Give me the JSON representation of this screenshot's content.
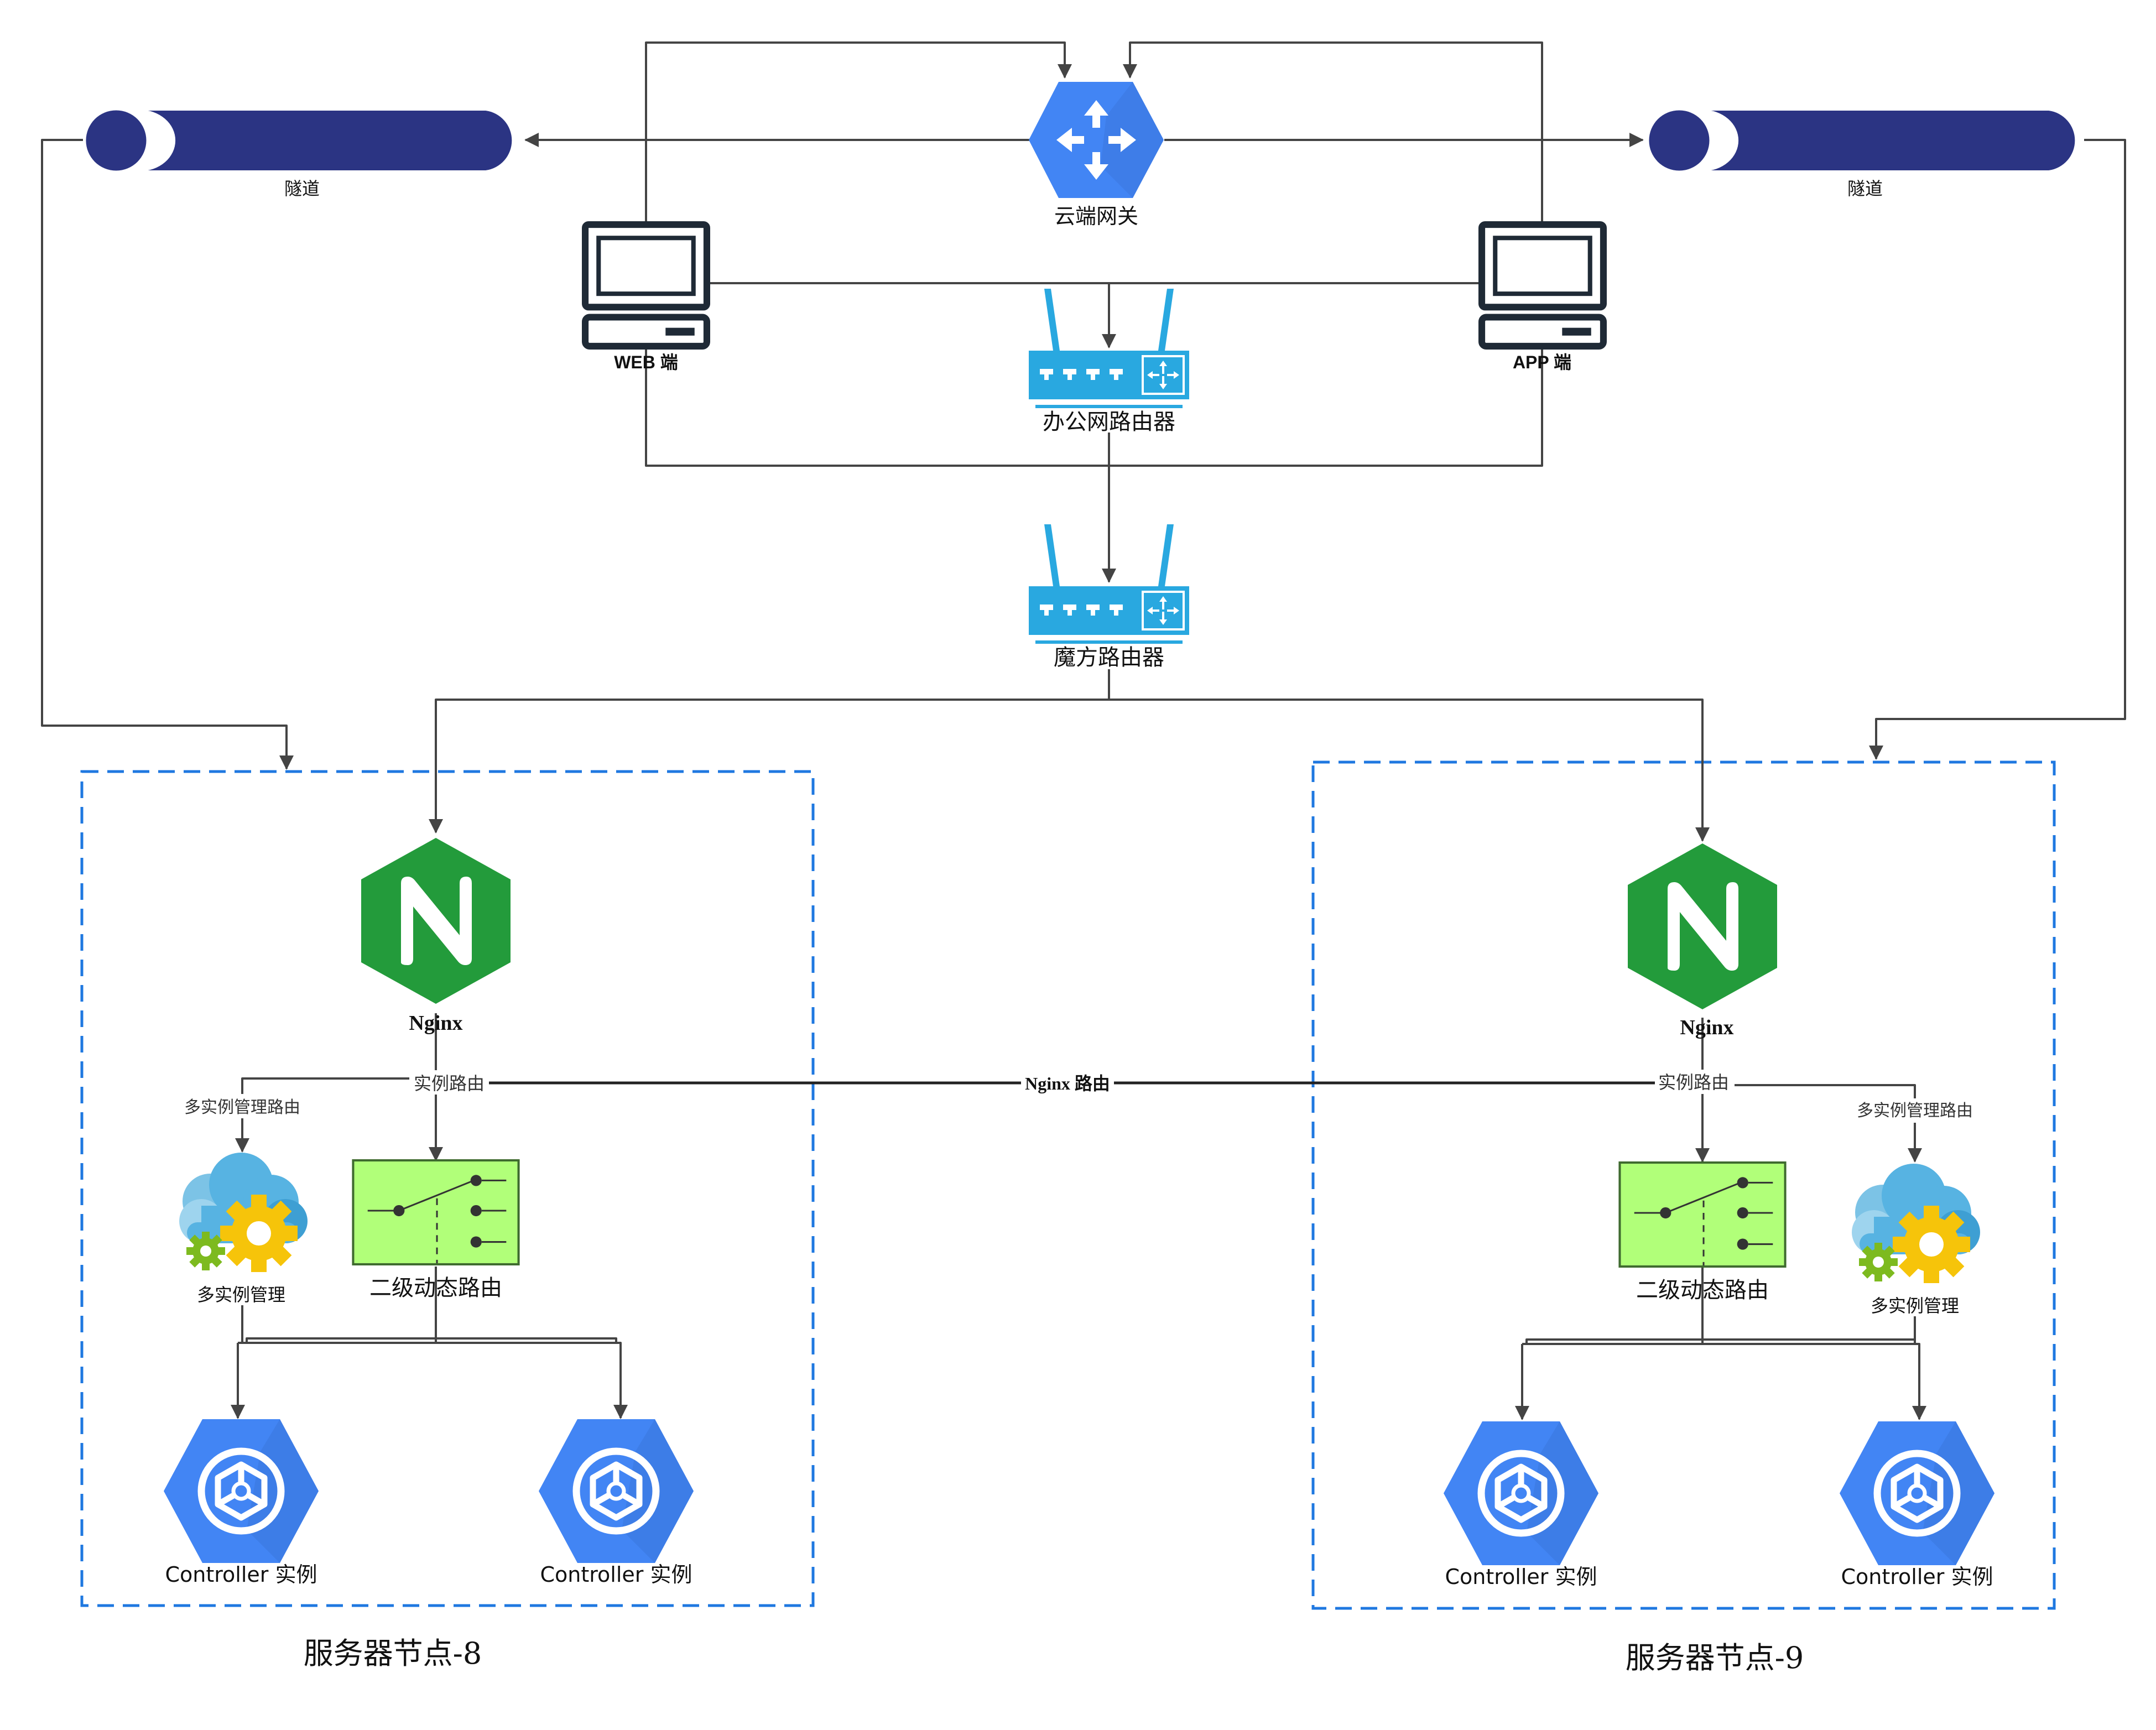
{
  "nodes": {
    "cloud_gateway": "云端网关",
    "tunnel_left": "隧道",
    "tunnel_right": "隧道",
    "web_client": "WEB 端",
    "app_client": "APP 端",
    "office_router": "办公网路由器",
    "cube_router": "魔方路由器",
    "nginx_left": "Nginx",
    "nginx_right": "Nginx",
    "secondary_routing_left": "二级动态路由",
    "secondary_routing_right": "二级动态路由",
    "multi_instance_left": "多实例管理",
    "multi_instance_right": "多实例管理",
    "controller_left_1": "Controller 实例",
    "controller_left_2": "Controller 实例",
    "controller_right_1": "Controller 实例",
    "controller_right_2": "Controller 实例"
  },
  "edge_labels": {
    "instance_route_left": "实例路由",
    "instance_route_right": "实例路由",
    "multi_instance_route_left": "多实例管理路由",
    "multi_instance_route_right": "多实例管理路由",
    "nginx_route": "Nginx 路由"
  },
  "groups": {
    "server_node_8": "服务器节点-8",
    "server_node_9": "服务器节点-9"
  },
  "colors": {
    "tunnel": "#2b3483",
    "gateway_blue": "#4285f4",
    "router_blue": "#29a8e0",
    "nginx_green": "#239b3b",
    "switch_green": "#b1ff79",
    "group_border": "#1f78e0",
    "connector": "#444444"
  },
  "icons": {
    "gateway": "router-arrows-icon",
    "client": "desktop-computer-icon",
    "router": "wifi-router-icon",
    "nginx": "nginx-logo-icon",
    "switch": "switch-icon",
    "multi_instance": "cloud-gear-icon",
    "controller": "kubernetes-engine-icon"
  }
}
